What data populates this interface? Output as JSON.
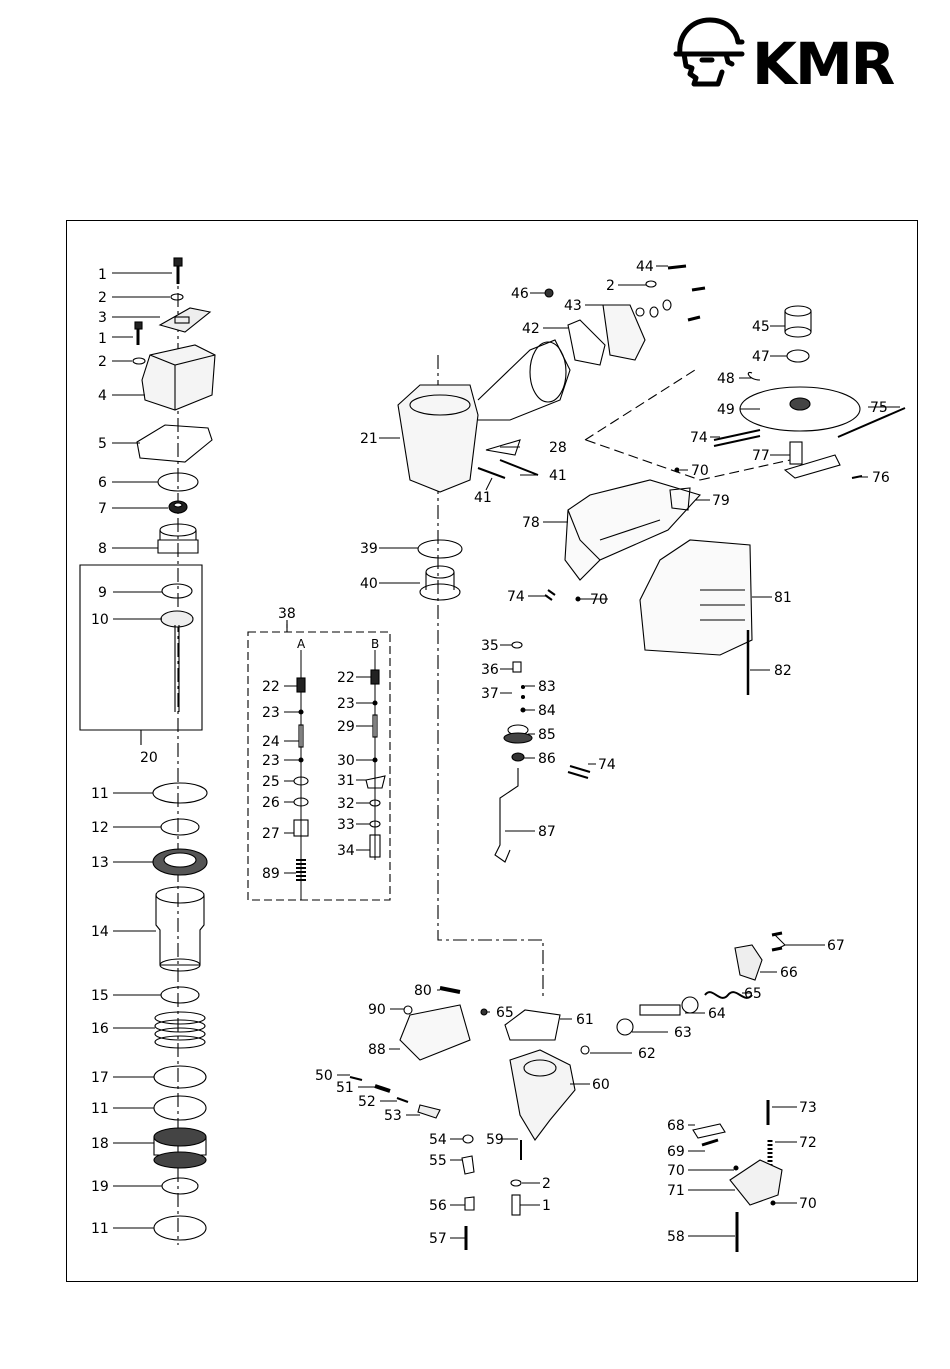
{
  "brand": {
    "logo_text": "KMR",
    "accent_color": "#000000"
  },
  "labels": [
    {
      "id": "p1a",
      "text": "1"
    },
    {
      "id": "p2a",
      "text": "2"
    },
    {
      "id": "p3",
      "text": "3"
    },
    {
      "id": "p1b",
      "text": "1"
    },
    {
      "id": "p2b",
      "text": "2"
    },
    {
      "id": "p4",
      "text": "4"
    },
    {
      "id": "p5",
      "text": "5"
    },
    {
      "id": "p6",
      "text": "6"
    },
    {
      "id": "p7",
      "text": "7"
    },
    {
      "id": "p8",
      "text": "8"
    },
    {
      "id": "p9",
      "text": "9"
    },
    {
      "id": "p10",
      "text": "10"
    },
    {
      "id": "p20",
      "text": "20"
    },
    {
      "id": "p11a",
      "text": "11"
    },
    {
      "id": "p12",
      "text": "12"
    },
    {
      "id": "p13",
      "text": "13"
    },
    {
      "id": "p14",
      "text": "14"
    },
    {
      "id": "p15",
      "text": "15"
    },
    {
      "id": "p16",
      "text": "16"
    },
    {
      "id": "p17",
      "text": "17"
    },
    {
      "id": "p11b",
      "text": "11"
    },
    {
      "id": "p18",
      "text": "18"
    },
    {
      "id": "p19",
      "text": "19"
    },
    {
      "id": "p11c",
      "text": "11"
    },
    {
      "id": "p38",
      "text": "38"
    },
    {
      "id": "pA",
      "text": "A"
    },
    {
      "id": "pB",
      "text": "B"
    },
    {
      "id": "p22a",
      "text": "22"
    },
    {
      "id": "p23a",
      "text": "23"
    },
    {
      "id": "p24",
      "text": "24"
    },
    {
      "id": "p23b",
      "text": "23"
    },
    {
      "id": "p25",
      "text": "25"
    },
    {
      "id": "p26",
      "text": "26"
    },
    {
      "id": "p27",
      "text": "27"
    },
    {
      "id": "p89",
      "text": "89"
    },
    {
      "id": "p22b",
      "text": "22"
    },
    {
      "id": "p23c",
      "text": "23"
    },
    {
      "id": "p29",
      "text": "29"
    },
    {
      "id": "p30",
      "text": "30"
    },
    {
      "id": "p31",
      "text": "31"
    },
    {
      "id": "p32",
      "text": "32"
    },
    {
      "id": "p33",
      "text": "33"
    },
    {
      "id": "p34",
      "text": "34"
    },
    {
      "id": "p21",
      "text": "21"
    },
    {
      "id": "p39",
      "text": "39"
    },
    {
      "id": "p40",
      "text": "40"
    },
    {
      "id": "p44",
      "text": "44"
    },
    {
      "id": "p2c",
      "text": "2"
    },
    {
      "id": "p46",
      "text": "46"
    },
    {
      "id": "p43",
      "text": "43"
    },
    {
      "id": "p42",
      "text": "42"
    },
    {
      "id": "p28",
      "text": "28"
    },
    {
      "id": "p41a",
      "text": "41"
    },
    {
      "id": "p41b",
      "text": "41"
    },
    {
      "id": "p45",
      "text": "45"
    },
    {
      "id": "p47",
      "text": "47"
    },
    {
      "id": "p48",
      "text": "48"
    },
    {
      "id": "p49",
      "text": "49"
    },
    {
      "id": "p75",
      "text": "75"
    },
    {
      "id": "p74a",
      "text": "74"
    },
    {
      "id": "p77",
      "text": "77"
    },
    {
      "id": "p76",
      "text": "76"
    },
    {
      "id": "p70a",
      "text": "70"
    },
    {
      "id": "p79",
      "text": "79"
    },
    {
      "id": "p78",
      "text": "78"
    },
    {
      "id": "p74b",
      "text": "74"
    },
    {
      "id": "p70b",
      "text": "70"
    },
    {
      "id": "p81",
      "text": "81"
    },
    {
      "id": "p82",
      "text": "82"
    },
    {
      "id": "p35",
      "text": "35"
    },
    {
      "id": "p36",
      "text": "36"
    },
    {
      "id": "p83",
      "text": "83"
    },
    {
      "id": "p37",
      "text": "37"
    },
    {
      "id": "p84",
      "text": "84"
    },
    {
      "id": "p85",
      "text": "85"
    },
    {
      "id": "p86",
      "text": "86"
    },
    {
      "id": "p74c",
      "text": "74"
    },
    {
      "id": "p87",
      "text": "87"
    },
    {
      "id": "p67",
      "text": "67"
    },
    {
      "id": "p66",
      "text": "66"
    },
    {
      "id": "p80",
      "text": "80"
    },
    {
      "id": "p90",
      "text": "90"
    },
    {
      "id": "p65a",
      "text": "65"
    },
    {
      "id": "p61",
      "text": "61"
    },
    {
      "id": "p65b",
      "text": "65"
    },
    {
      "id": "p64",
      "text": "64"
    },
    {
      "id": "p63",
      "text": "63"
    },
    {
      "id": "p88",
      "text": "88"
    },
    {
      "id": "p62",
      "text": "62"
    },
    {
      "id": "p60",
      "text": "60"
    },
    {
      "id": "p50",
      "text": "50"
    },
    {
      "id": "p51",
      "text": "51"
    },
    {
      "id": "p52",
      "text": "52"
    },
    {
      "id": "p53",
      "text": "53"
    },
    {
      "id": "p54",
      "text": "54"
    },
    {
      "id": "p59",
      "text": "59"
    },
    {
      "id": "p55",
      "text": "55"
    },
    {
      "id": "p2d",
      "text": "2"
    },
    {
      "id": "p56",
      "text": "56"
    },
    {
      "id": "p1c",
      "text": "1"
    },
    {
      "id": "p57",
      "text": "57"
    },
    {
      "id": "p73",
      "text": "73"
    },
    {
      "id": "p68",
      "text": "68"
    },
    {
      "id": "p72",
      "text": "72"
    },
    {
      "id": "p69",
      "text": "69"
    },
    {
      "id": "p70c",
      "text": "70"
    },
    {
      "id": "p71",
      "text": "71"
    },
    {
      "id": "p70d",
      "text": "70"
    },
    {
      "id": "p58",
      "text": "58"
    }
  ]
}
